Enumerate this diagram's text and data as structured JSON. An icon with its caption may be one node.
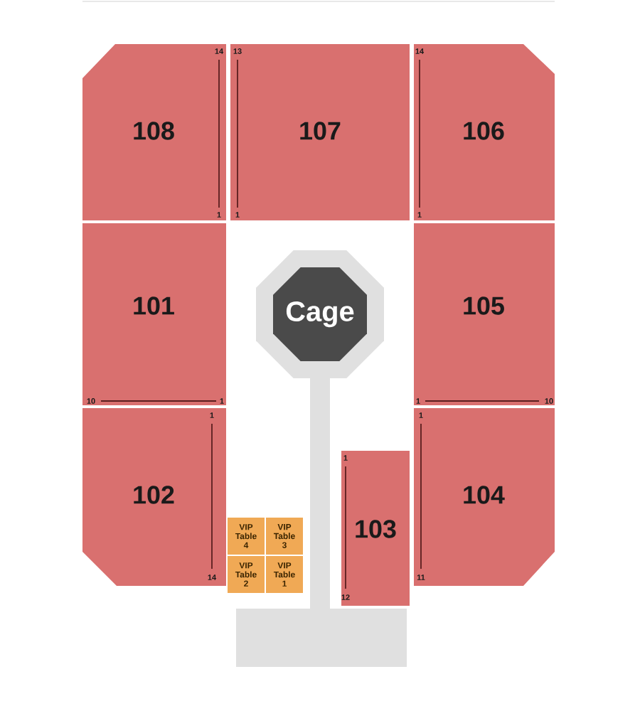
{
  "diagram": {
    "nodes": [
      {
        "text": [
          "108"
        ]
      },
      {
        "text": [
          "107"
        ]
      },
      {
        "text": [
          "106"
        ]
      },
      {
        "text": [
          "101"
        ]
      },
      {
        "text": [
          "Cage"
        ]
      },
      {
        "text": [
          "105"
        ]
      },
      {
        "text": [],
        "shape": "box"
      },
      {
        "text": [
          "102"
        ]
      },
      {
        "text": [
          "103"
        ]
      },
      {
        "text": [
          "104"
        ]
      },
      {
        "text": [
          "VIP Table 4"
        ]
      },
      {
        "text": [
          "VIP Table 3"
        ]
      },
      {
        "text": [
          "VIP Table 2"
        ]
      },
      {
        "text": [
          "VIP Table 1"
        ]
      },
      {
        "text": [],
        "shape": "box"
      }
    ],
    "labels": [
      "14",
      "13",
      "14",
      "1",
      "1",
      "1",
      "10",
      "1",
      "1",
      "10",
      "1",
      "1",
      "1",
      "14",
      "11",
      "12"
    ]
  }
}
